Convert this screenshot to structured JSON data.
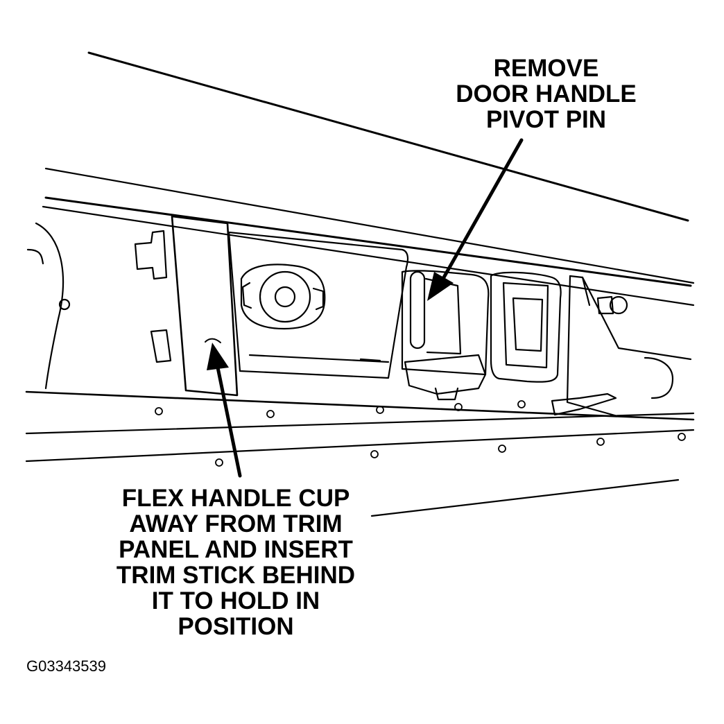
{
  "callouts": {
    "pivot_pin": [
      "REMOVE",
      "DOOR HANDLE",
      "PIVOT PIN"
    ],
    "handle_cup": [
      "FLEX HANDLE CUP",
      "AWAY FROM TRIM",
      "PANEL AND INSERT",
      "TRIM STICK BEHIND",
      "IT TO HOLD IN",
      "POSITION"
    ]
  },
  "figure_id": "G03343539",
  "colors": {
    "ink": "#000000",
    "paper": "#ffffff"
  }
}
